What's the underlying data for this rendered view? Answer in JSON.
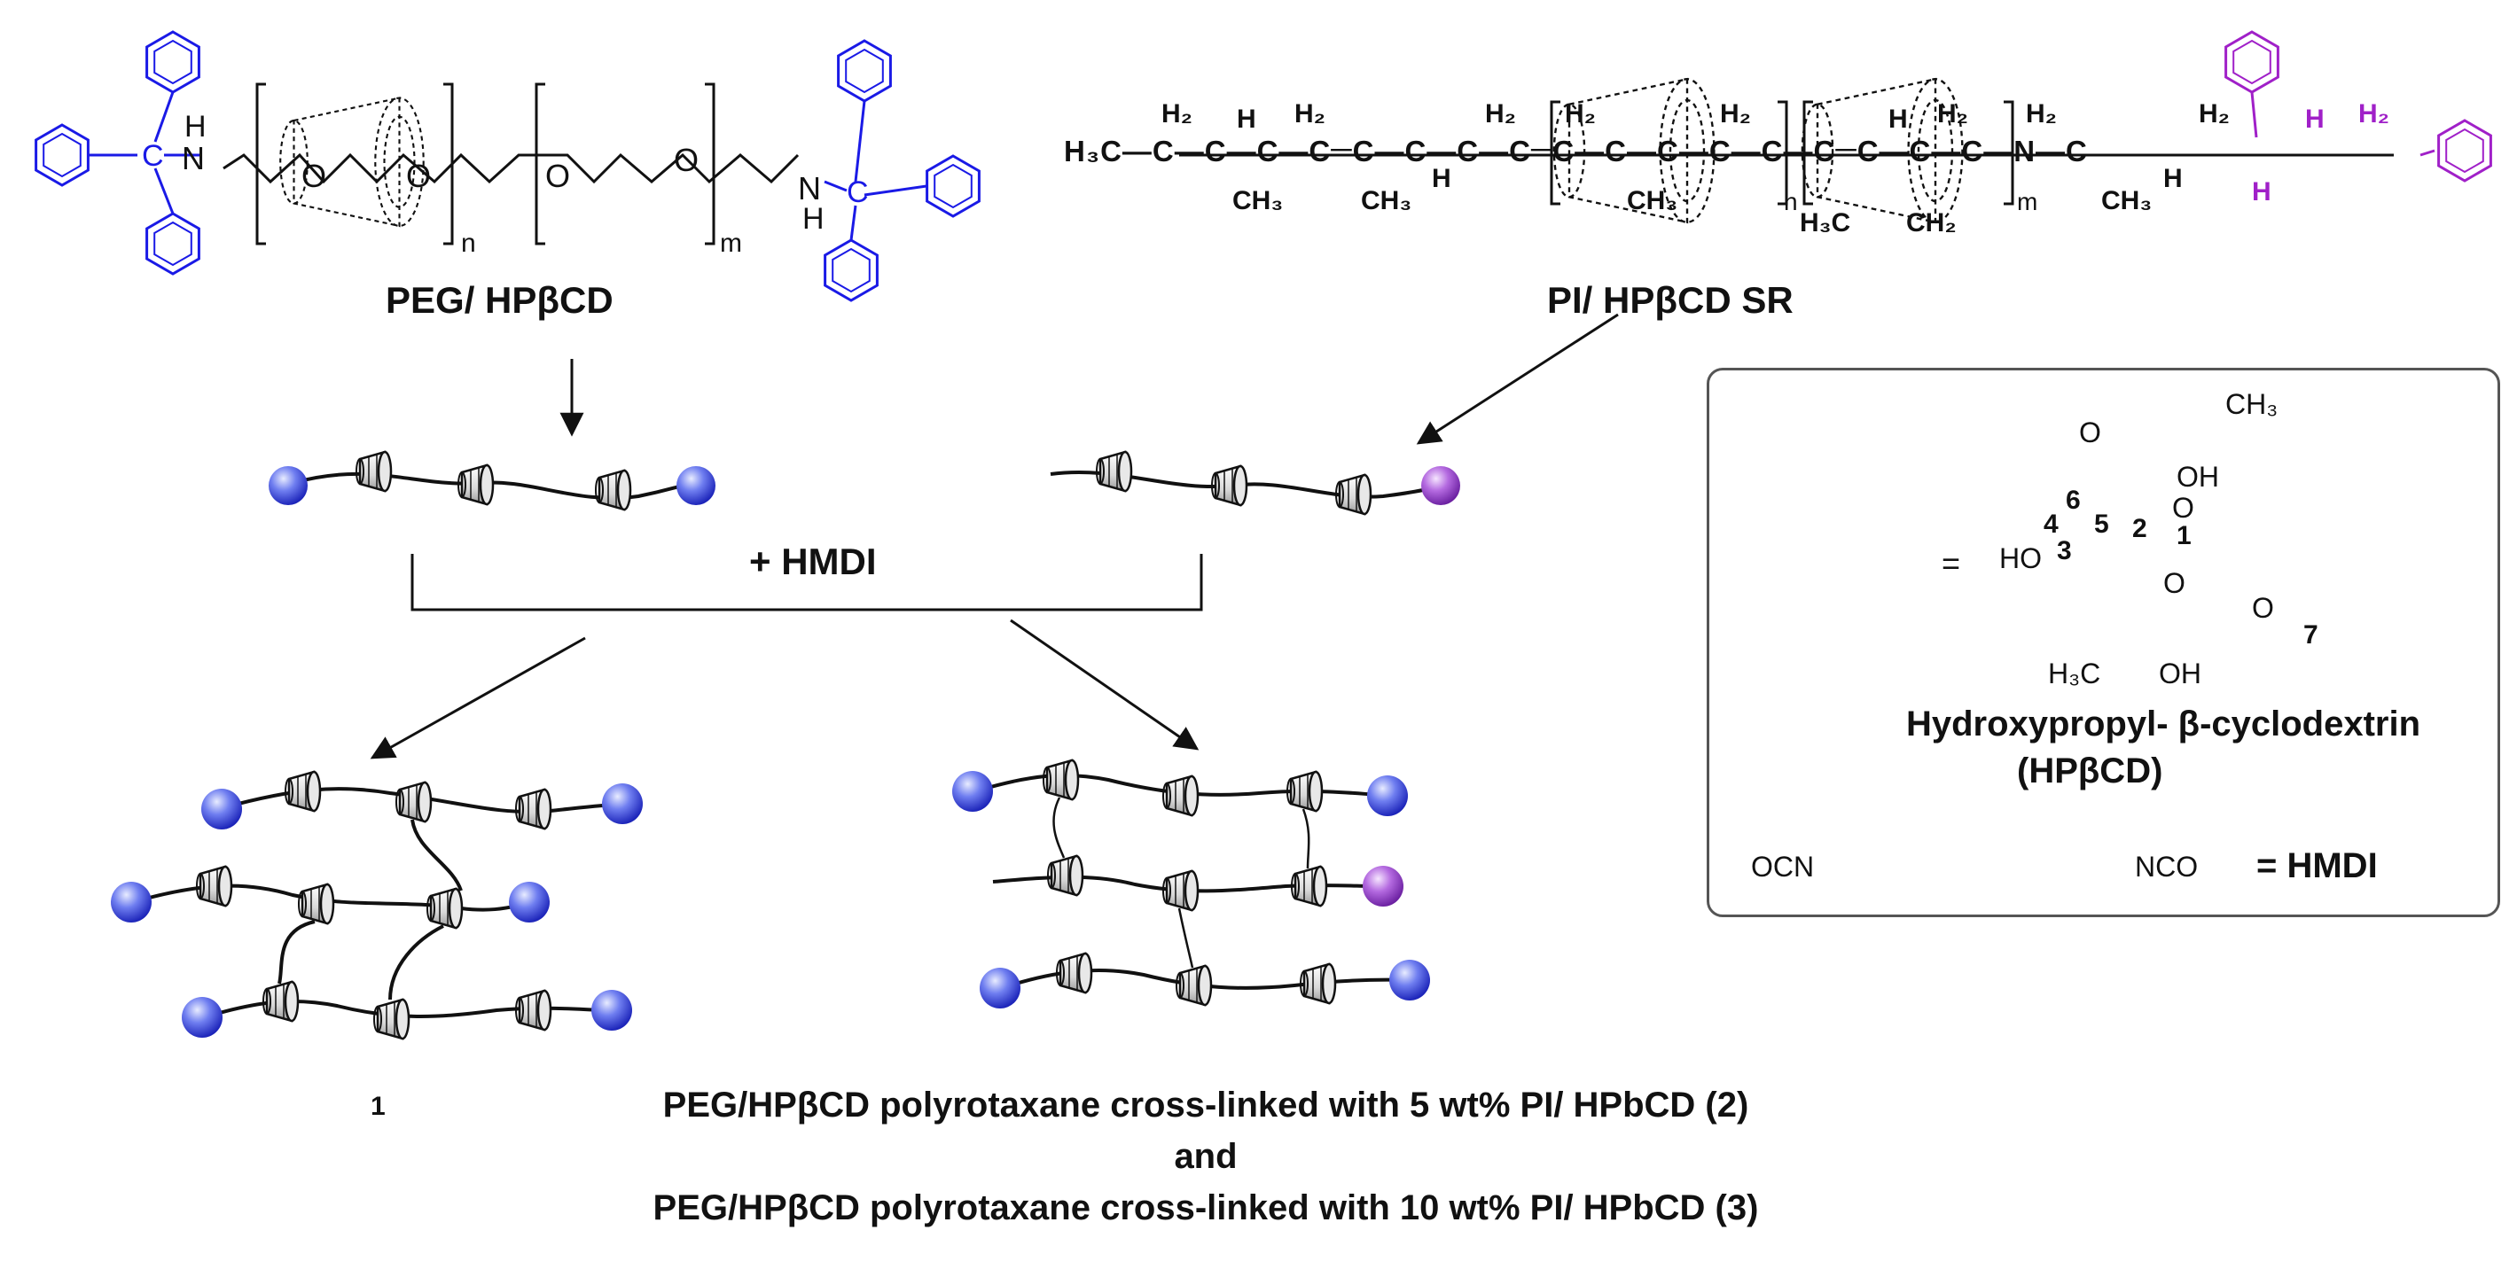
{
  "colors": {
    "blue_endcap": "#2a2ae0",
    "purple_endcap": "#9b3fc8",
    "blue_chem": "#1a1ae6",
    "purple_chem": "#a020c8",
    "line": "#111111"
  },
  "peg": {
    "label": "PEG/ HPβCD",
    "subscripts": [
      "n",
      "m"
    ],
    "atoms": {
      "h": "H",
      "n": "N",
      "c": "C",
      "o1": "O",
      "o2": "O",
      "o3": "O",
      "o4": "O",
      "nh_n": "N",
      "nh_h": "H",
      "nh_c": "C"
    }
  },
  "pi": {
    "label": "PI/ HPβCD SR",
    "formula_main": "H₃C—C—C—C—C═C—C—C—C═C—C—C—C—C—C═C—C—C—N—C",
    "h2_labels": [
      "H₂",
      "H",
      "H₂",
      "H₂",
      "H₂",
      "H₂",
      "H",
      "H₂",
      "H₂",
      "H₂",
      "H",
      "H",
      "H₂"
    ],
    "subs": [
      "CH₃",
      "CH₃",
      "CH₃",
      "H₃C",
      "CH₂",
      "CH₃",
      "H",
      "H"
    ],
    "subscripts": [
      "n",
      "m"
    ]
  },
  "reaction": {
    "reagent": "+ HMDI"
  },
  "products": {
    "product1_label": "1",
    "caption_line1": "PEG/HPβCD polyrotaxane cross-linked with 5 wt% PI/ HPbCD (2)",
    "caption_line2": "and",
    "caption_line3": "PEG/HPβCD polyrotaxane cross-linked with 10 wt% PI/ HPbCD (3)"
  },
  "legend": {
    "equals": "=",
    "cd_name_line1": "Hydroxypropyl- β-cyclodextrin",
    "cd_name_line2": "(HPβCD)",
    "ring_numbers": [
      "6",
      "4",
      "5",
      "2",
      "1",
      "3"
    ],
    "ch3_top": "CH₃",
    "oh_top": "OH",
    "ho_left": "HO",
    "o_ring": "O",
    "o_top": "O",
    "o_link": "O",
    "o_repeat": "O",
    "repeat_sub": "7",
    "h3c_bottom": "H₃C",
    "oh_bottom": "OH",
    "hmdi_left": "OCN",
    "hmdi_right": "NCO",
    "hmdi_eq": "= HMDI"
  }
}
